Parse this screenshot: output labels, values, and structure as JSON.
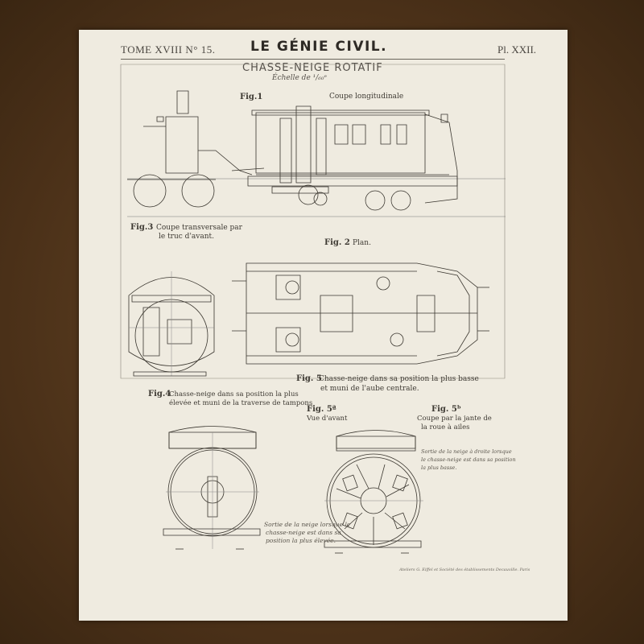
{
  "header": {
    "left": "TOME XVIII N° 15.",
    "center": "LE GÉNIE CIVIL.",
    "right": "Pl. XXII."
  },
  "plate": {
    "title": "CHASSE-NEIGE ROTATIF",
    "scale": "Échelle de ¹/₆₀ᵉ"
  },
  "figures": {
    "fig1_label": "Fig.1",
    "fig1_caption": "Coupe longitudinale",
    "fig2_label": "Fig. 2",
    "fig2_caption": "Plan.",
    "fig3_label": "Fig.3",
    "fig3_caption_line1": "Coupe transversale par",
    "fig3_caption_line2": "le truc d'avant.",
    "fig4_label": "Fig.4",
    "fig4_caption_line1": "Chasse-neige dans sa position la plus",
    "fig4_caption_line2": "élevée et muni de la traverse de tampons",
    "fig5_label": "Fig. 5",
    "fig5_caption_line1": "Chasse-neige dans sa position la plus basse",
    "fig5_caption_line2": "et muni de l'aube centrale.",
    "fig5a_label": "Fig. 5ª",
    "fig5a_caption": "Vue d'avant",
    "fig5b_label": "Fig. 5ᵇ",
    "fig5b_caption_line1": "Coupe par la jante de",
    "fig5b_caption_line2": "la roue à ailes"
  },
  "annotations": {
    "note_fig4_1": "Sortie de la neige lorsque le",
    "note_fig4_2": "chasse-neige est dans sa",
    "note_fig4_3": "position la plus élevée.",
    "note_fig5_1": "Sortie de la neige à droite lorsque",
    "note_fig5_2": "le chasse-neige est dans sa position",
    "note_fig5_3": "la plus basse."
  },
  "credit": "Ateliers G. Eiffel et Société des établissements Decauville. Paris"
}
